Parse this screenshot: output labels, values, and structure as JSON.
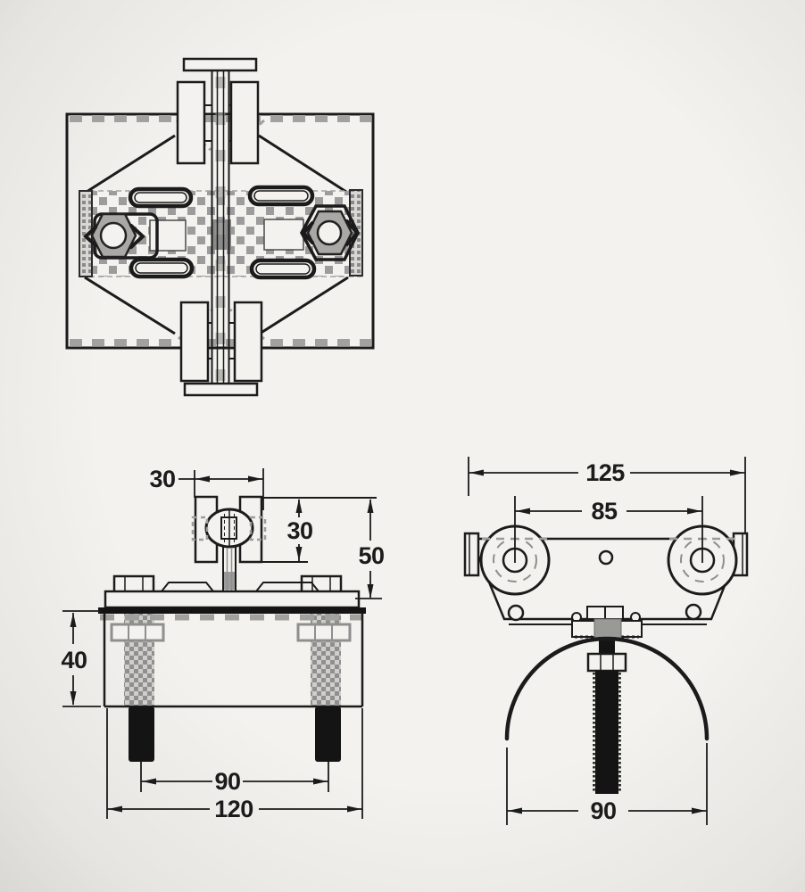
{
  "drawing": {
    "colors": {
      "background": "#f3f2ee",
      "line": "#1b1b1b",
      "hatch_gray": "#9c9c9c",
      "solid_black": "#141414"
    },
    "dimensions": {
      "front": {
        "rail_width": "30",
        "wheel_height": "30",
        "clearance_height": "50",
        "anchor_depth": "40",
        "bolt_spacing": "90",
        "base_width": "120"
      },
      "side": {
        "overall_width": "125",
        "wheel_center_spacing": "85",
        "hook_opening_width": "90"
      }
    }
  }
}
